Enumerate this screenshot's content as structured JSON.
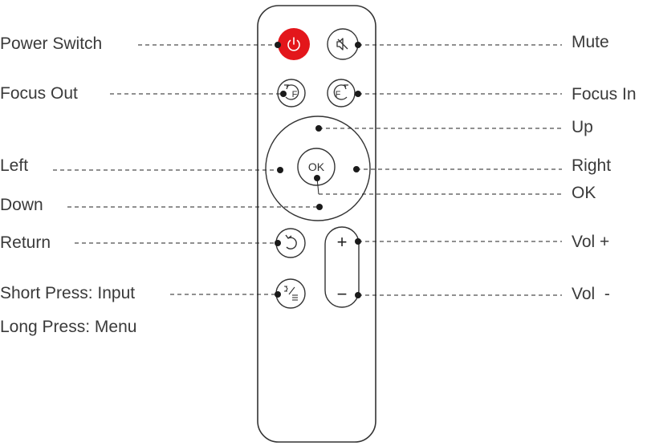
{
  "labels": {
    "power_switch": "Power Switch",
    "focus_out": "Focus Out",
    "left": "Left",
    "down": "Down",
    "return": "Return",
    "short_press": "Short Press: Input",
    "long_press": "Long Press: Menu",
    "mute": "Mute",
    "focus_in": "Focus In",
    "up": "Up",
    "right": "Right",
    "ok": "OK",
    "vol_plus": "Vol +",
    "vol_minus": "Vol  -"
  },
  "buttons": {
    "ok_text": "OK",
    "focus_letter": "F",
    "plus": "+",
    "minus": "−"
  },
  "colors": {
    "power_button": "#e3161b",
    "outline": "#333333",
    "text": "#3a3a3a"
  },
  "icons": {
    "power": "power-icon",
    "mute": "mute-icon",
    "focus_out": "focus-out-icon",
    "focus_in": "focus-in-icon",
    "return": "return-icon",
    "input": "input-menu-icon"
  }
}
